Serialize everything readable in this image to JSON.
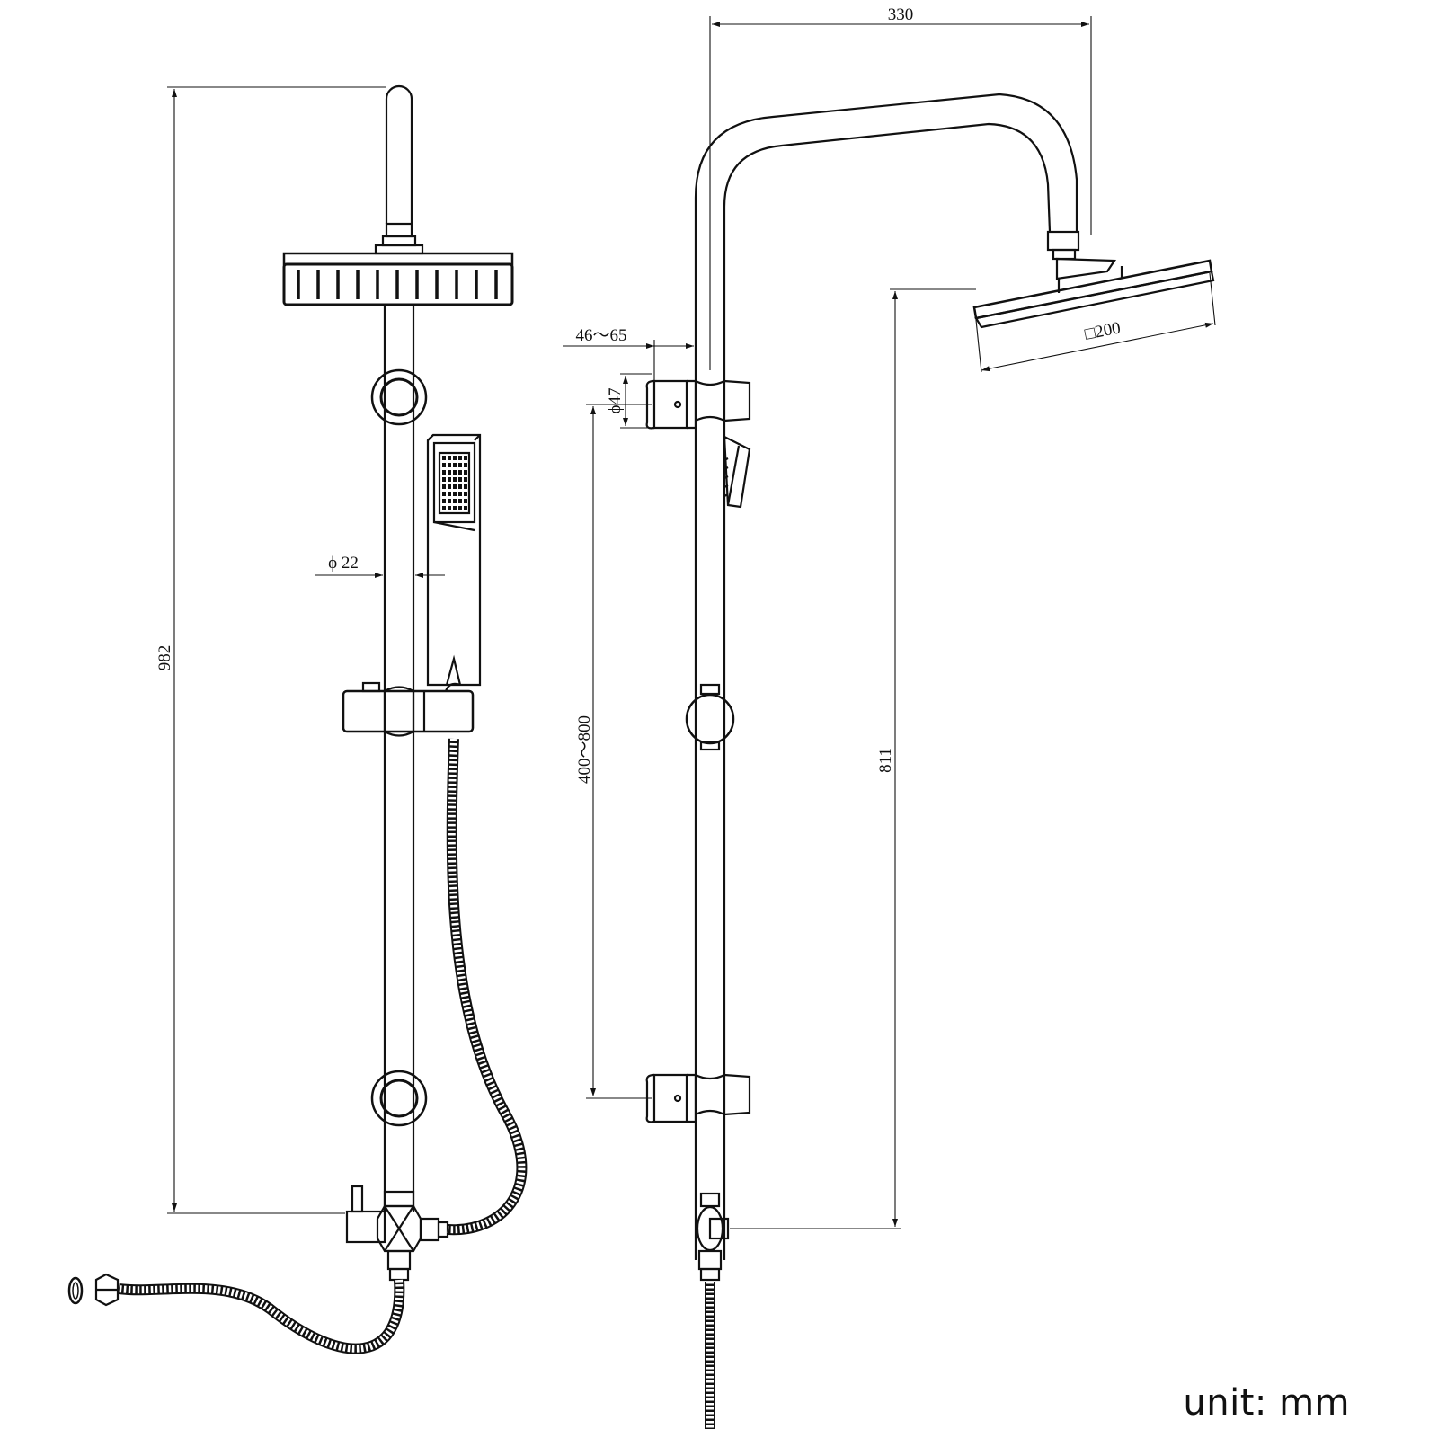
{
  "dimensions": {
    "height_total": "982",
    "width_top": "330",
    "bar_diameter": "ϕ 22",
    "wall_offset": "46～65",
    "bracket_diameter": "ϕ47",
    "bracket_spacing": "400～800",
    "shower_head_size": "□200",
    "head_height": "811"
  },
  "unit_label": "unit: mm",
  "colors": {
    "line": "#111111",
    "background": "#ffffff"
  }
}
